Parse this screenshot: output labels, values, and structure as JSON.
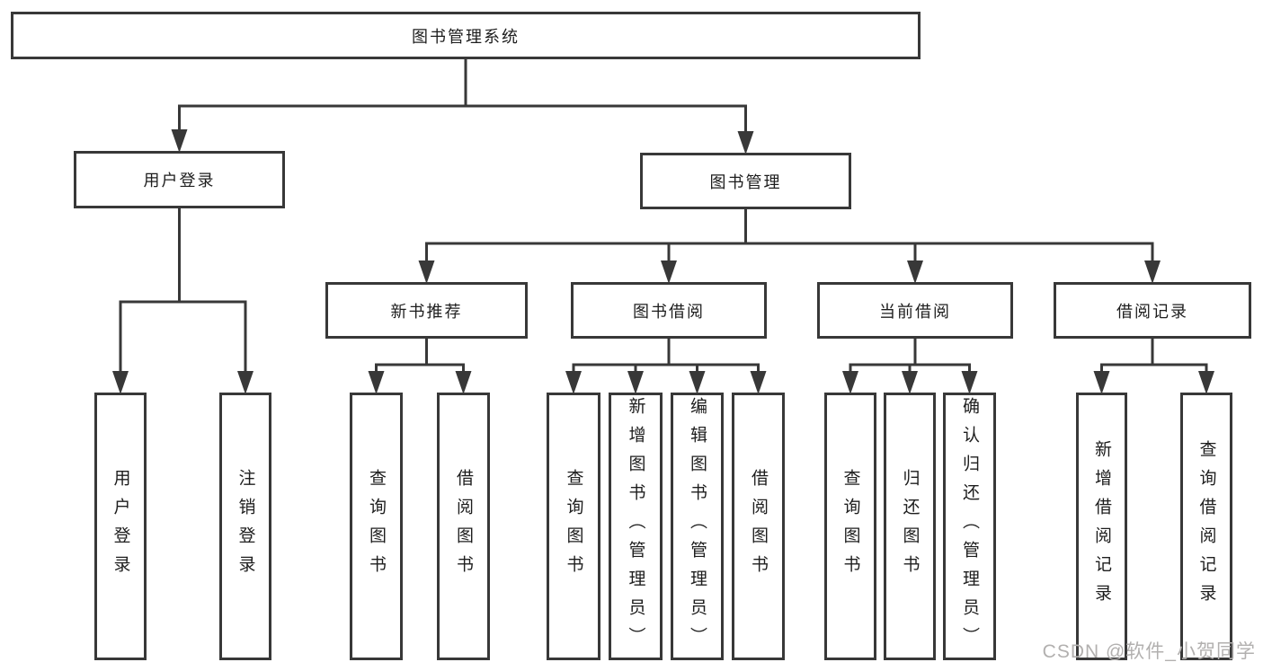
{
  "diagram_title": "图书管理系统",
  "nodes": {
    "root": "图书管理系统",
    "user-login": "用户登录",
    "book-mgmt": "图书管理",
    "new-book-rec": "新书推荐",
    "book-borrow": "图书借阅",
    "current-borrow": "当前借阅",
    "borrow-history": "借阅记录",
    "leaf-user-login": "用户登录",
    "leaf-logout": "注销登录",
    "leaf-rec-query": "查询图书",
    "leaf-rec-borrow": "借阅图书",
    "leaf-bor-query": "查询图书",
    "leaf-bor-add": "新增图书（管理员）",
    "leaf-bor-edit": "编辑图书（管理员）",
    "leaf-bor-borrow": "借阅图书",
    "leaf-cur-query": "查询图书",
    "leaf-cur-return": "归还图书",
    "leaf-cur-confirm": "确认归还（管理员）",
    "leaf-hist-add": "新增借阅记录",
    "leaf-hist-query": "查询借阅记录"
  },
  "hierarchy": [
    {
      "parent": "root",
      "children": [
        "user-login",
        "book-mgmt"
      ]
    },
    {
      "parent": "user-login",
      "children": [
        "leaf-user-login",
        "leaf-logout"
      ]
    },
    {
      "parent": "book-mgmt",
      "children": [
        "new-book-rec",
        "book-borrow",
        "current-borrow",
        "borrow-history"
      ]
    },
    {
      "parent": "new-book-rec",
      "children": [
        "leaf-rec-query",
        "leaf-rec-borrow"
      ]
    },
    {
      "parent": "book-borrow",
      "children": [
        "leaf-bor-query",
        "leaf-bor-add",
        "leaf-bor-edit",
        "leaf-bor-borrow"
      ]
    },
    {
      "parent": "current-borrow",
      "children": [
        "leaf-cur-query",
        "leaf-cur-return",
        "leaf-cur-confirm"
      ]
    },
    {
      "parent": "borrow-history",
      "children": [
        "leaf-hist-add",
        "leaf-hist-query"
      ]
    }
  ],
  "watermark": "CSDN @软件_小贺同学",
  "colors": {
    "line": "#383838",
    "text": "#1d1d1d",
    "background": "#ffffff",
    "watermark": "#b2b0af"
  }
}
